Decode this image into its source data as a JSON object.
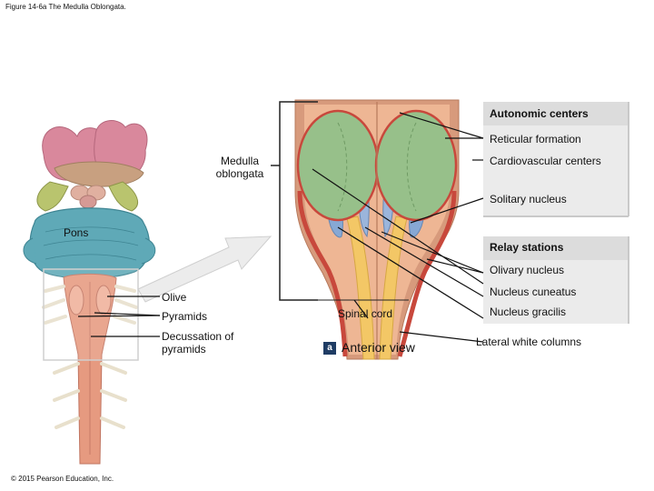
{
  "figure": {
    "caption": "Figure 14-6a The Medulla Oblongata.",
    "copyright": "© 2015 Pearson Education, Inc.",
    "view_badge": "a",
    "view_label": "Anterior view"
  },
  "left_labels": {
    "medulla": "Medulla oblongata",
    "pons": "Pons",
    "olive": "Olive",
    "pyramids": "Pyramids",
    "decussation": "Decussation of pyramids"
  },
  "center_labels": {
    "spinal_cord": "Spinal cord"
  },
  "right_groups": {
    "autonomic_header": "Autonomic centers",
    "reticular": "Reticular formation",
    "cardiovascular": "Cardiovascular centers",
    "solitary": "Solitary nucleus",
    "relay_header": "Relay stations",
    "olivary": "Olivary nucleus",
    "cuneatus": "Nucleus cuneatus",
    "gracilis": "Nucleus gracilis",
    "lateral_white": "Lateral white columns"
  }
}
